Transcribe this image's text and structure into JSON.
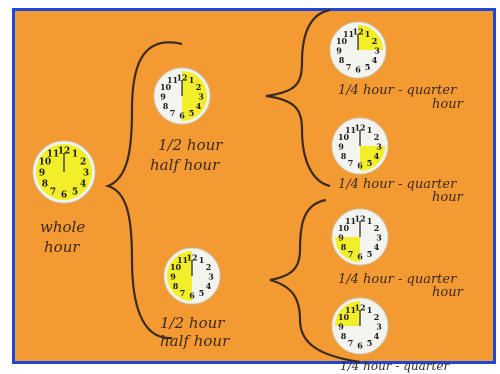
{
  "labels": {
    "whole": [
      "whole",
      "hour"
    ],
    "half_top": [
      "1/2 hour",
      "half hour"
    ],
    "half_bottom": [
      "1/2 hour",
      "half hour"
    ],
    "quarter": [
      "1/4 hour - quarter",
      "hour"
    ],
    "quarter_last": "1/4 hour - quarter"
  },
  "clock_numbers": [
    "12",
    "1",
    "2",
    "3",
    "4",
    "5",
    "6",
    "7",
    "8",
    "9",
    "10",
    "11"
  ],
  "colors": {
    "background": "#f39a33",
    "frame": "#1c47d8",
    "clock_face": "#f4f4ef",
    "fill": "#f2ee2a",
    "ink": "#3b2a22"
  }
}
